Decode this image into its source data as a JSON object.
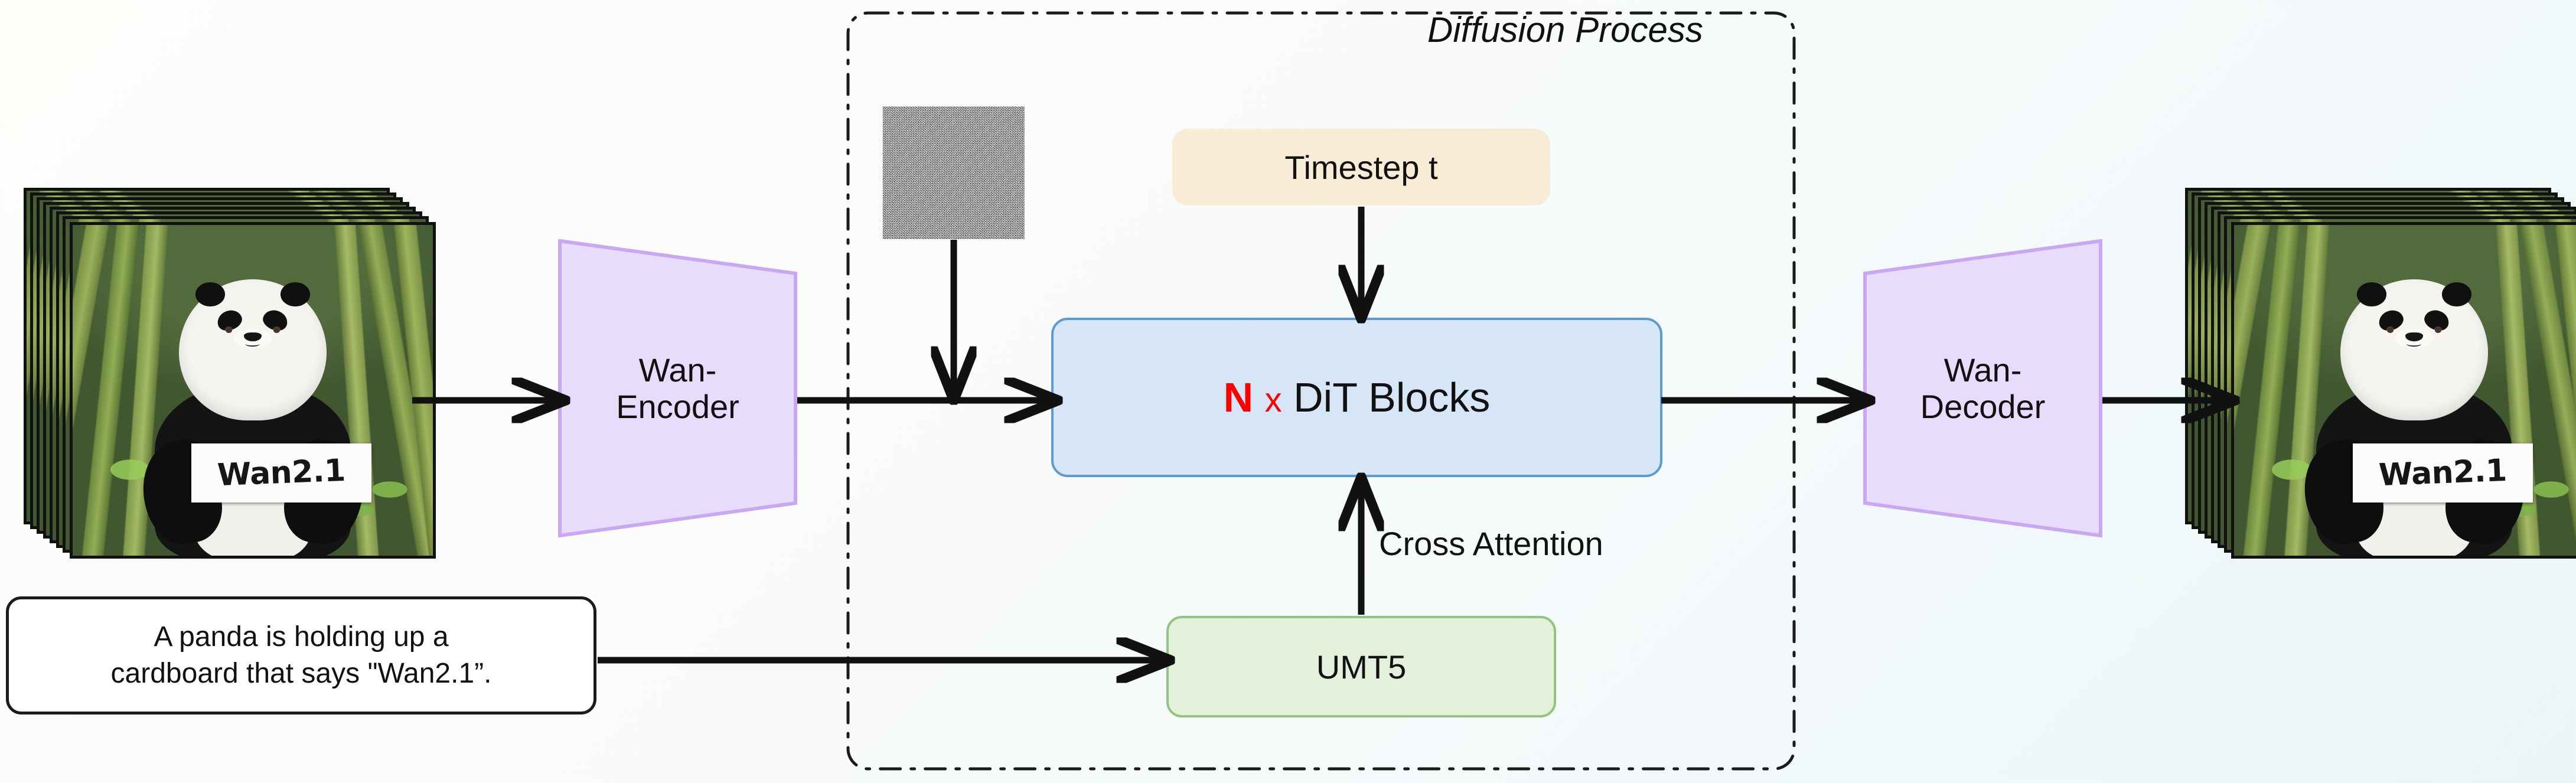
{
  "diagram": {
    "title_label": "Diffusion Process",
    "background_gradient_from": "#fdfdfa",
    "background_gradient_to": "#ebf5f6"
  },
  "inputs": {
    "video_stack_left": {
      "name": "input-video-frames",
      "sign_text": "Wan2.1",
      "frame_count": 8
    },
    "prompt_box": {
      "line1": "A panda is holding up a",
      "line2": "cardboard that says \"Wan2.1”."
    }
  },
  "modules": {
    "encoder": {
      "line1": "Wan-",
      "line2": "Encoder",
      "fill": "#e7dcfb",
      "stroke": "#c9a7f2"
    },
    "decoder": {
      "line1": "Wan-",
      "line2": "Decoder",
      "fill": "#e7dcfb",
      "stroke": "#c9a7f2"
    },
    "dit": {
      "prefix_n": "N",
      "prefix_x": "x",
      "label": "DiT Blocks",
      "fill": "#d7e6f7",
      "stroke": "#5b9bd5",
      "n_color": "#ff0000"
    },
    "timestep": {
      "label": "Timestep t",
      "fill": "#f8ecd7"
    },
    "text_encoder": {
      "label": "UMT5",
      "fill": "#e3f0da",
      "stroke": "#93c47d"
    },
    "noise": {
      "name": "gaussian-noise-latent"
    }
  },
  "edges": {
    "cross_attention_label": "Cross Attention"
  },
  "outputs": {
    "video_stack_right": {
      "name": "output-video-frames",
      "sign_text": "Wan2.1",
      "frame_count": 8
    }
  }
}
